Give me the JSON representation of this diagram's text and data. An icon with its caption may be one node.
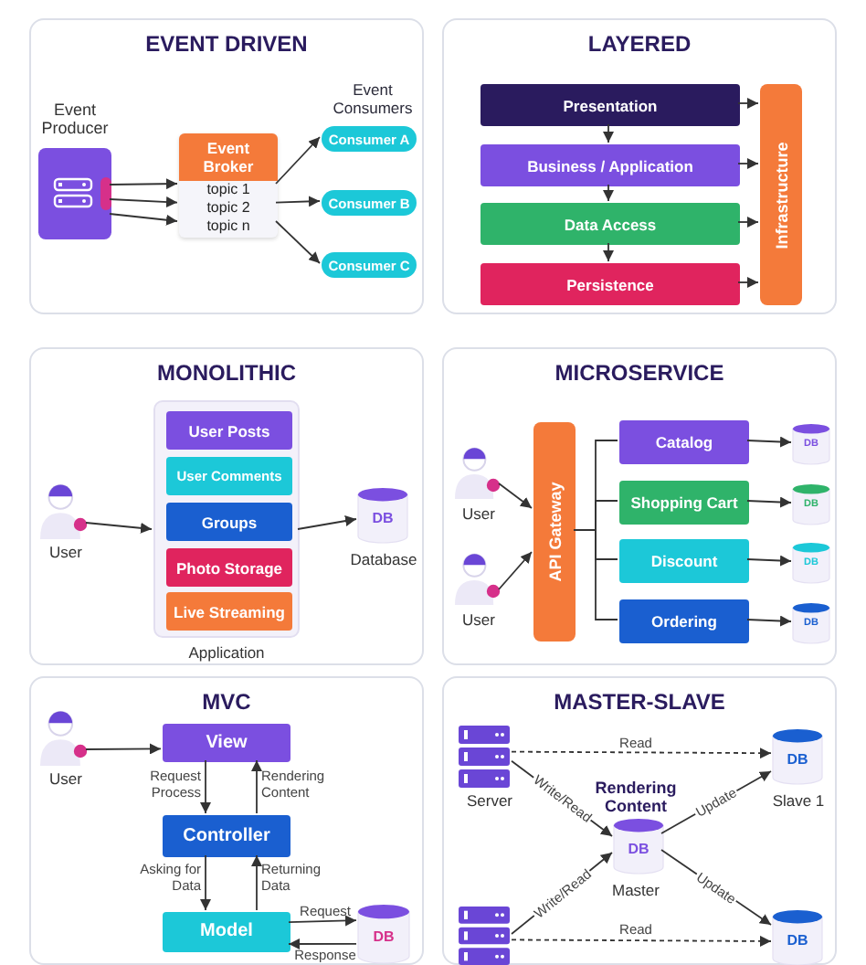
{
  "diagram": {
    "nodes": [
      {
        "text": [
          "EVENT DRIVEN"
        ]
      },
      {
        "text": [
          "Event Producer"
        ],
        "in": 0
      },
      {
        "text": [
          "Event Broker",
          "topic 1",
          "topic 2",
          "topic n"
        ],
        "in": 0
      },
      {
        "text": [
          "Consumer A"
        ],
        "in": 0
      },
      {
        "text": [
          "Consumer B"
        ],
        "in": 0
      },
      {
        "text": [
          "Consumer C"
        ],
        "in": 0
      },
      {
        "text": [
          "LAYERED"
        ]
      },
      {
        "text": [
          "Presentation"
        ],
        "in": 6
      },
      {
        "text": [
          "Business / Application"
        ],
        "in": 6
      },
      {
        "text": [
          "Data Access"
        ],
        "in": 6
      },
      {
        "text": [
          "Persistence"
        ],
        "in": 6
      },
      {
        "text": [
          "Infrastructure"
        ],
        "in": 6
      },
      {
        "text": [
          "MONOLITHIC"
        ]
      },
      {
        "text": [
          "User"
        ],
        "in": 12
      },
      {
        "text": [
          "Application"
        ],
        "in": 12
      },
      {
        "text": [
          "User Posts"
        ],
        "in": 14
      },
      {
        "text": [
          "User Comments"
        ],
        "in": 14
      },
      {
        "text": [
          "Groups"
        ],
        "in": 14
      },
      {
        "text": [
          "Photo Storage"
        ],
        "in": 14
      },
      {
        "text": [
          "Live Streaming"
        ],
        "in": 14
      },
      {
        "text": [
          "DB"
        ],
        "beside": [
          "Database"
        ],
        "in": 12
      },
      {
        "text": [
          "MICROSERVICE"
        ]
      },
      {
        "text": [
          "User"
        ],
        "in": 21
      },
      {
        "text": [
          "User"
        ],
        "in": 21
      },
      {
        "text": [
          "API Gateway"
        ],
        "in": 21
      },
      {
        "text": [
          "Catalog"
        ],
        "in": 21
      },
      {
        "text": [
          "Shopping Cart"
        ],
        "in": 21
      },
      {
        "text": [
          "Discount"
        ],
        "in": 21
      },
      {
        "text": [
          "Ordering"
        ],
        "in": 21
      },
      {
        "text": [
          "DB"
        ],
        "in": 21
      },
      {
        "text": [
          "DB"
        ],
        "in": 21
      },
      {
        "text": [
          "DB"
        ],
        "in": 21
      },
      {
        "text": [
          "DB"
        ],
        "in": 21
      },
      {
        "text": [
          "MVC"
        ]
      },
      {
        "text": [
          "User"
        ],
        "in": 33
      },
      {
        "text": [
          "View"
        ],
        "in": 33
      },
      {
        "text": [
          "Controller"
        ],
        "in": 33
      },
      {
        "text": [
          "Model"
        ],
        "in": 33
      },
      {
        "text": [
          "DB"
        ],
        "in": 33
      },
      {
        "text": [
          "MASTER-SLAVE"
        ]
      },
      {
        "text": [
          "Server"
        ],
        "in": 39
      },
      {
        "text": [],
        "shape": "server",
        "in": 39
      },
      {
        "text": [
          "DB"
        ],
        "beside": [
          "Rendering Content",
          "Master"
        ],
        "in": 39
      },
      {
        "text": [
          "DB"
        ],
        "beside": [
          "Slave 1"
        ],
        "in": 39
      },
      {
        "text": [
          "DB"
        ],
        "in": 39
      }
    ],
    "edges": [
      {
        "from": 1,
        "to": 2,
        "arrow": "to"
      },
      {
        "from": 1,
        "to": 2,
        "arrow": "to"
      },
      {
        "from": 1,
        "to": 2,
        "arrow": "to"
      },
      {
        "from": 2,
        "to": 3,
        "arrow": "to"
      },
      {
        "from": 2,
        "to": 4,
        "arrow": "to"
      },
      {
        "from": 2,
        "to": 5,
        "arrow": "to"
      },
      {
        "from": 7,
        "to": 8,
        "arrow": "to"
      },
      {
        "from": 8,
        "to": 9,
        "arrow": "to"
      },
      {
        "from": 9,
        "to": 10,
        "arrow": "to"
      },
      {
        "from": 7,
        "to": 11,
        "arrow": "to"
      },
      {
        "from": 8,
        "to": 11,
        "arrow": "to"
      },
      {
        "from": 9,
        "to": 11,
        "arrow": "to"
      },
      {
        "from": 10,
        "to": 11,
        "arrow": "to"
      },
      {
        "from": 13,
        "to": 14,
        "arrow": "to"
      },
      {
        "from": 14,
        "to": 20,
        "arrow": "to"
      },
      {
        "from": 22,
        "to": 24,
        "arrow": "to"
      },
      {
        "from": 23,
        "to": 24,
        "arrow": "to"
      },
      {
        "from": 24,
        "to": 25,
        "arrow": "none"
      },
      {
        "from": 24,
        "to": 26,
        "arrow": "none"
      },
      {
        "from": 24,
        "to": 27,
        "arrow": "none"
      },
      {
        "from": 24,
        "to": 28,
        "arrow": "none"
      },
      {
        "from": 25,
        "to": 29,
        "arrow": "to"
      },
      {
        "from": 26,
        "to": 30,
        "arrow": "to"
      },
      {
        "from": 27,
        "to": 31,
        "arrow": "to"
      },
      {
        "from": 28,
        "to": 32,
        "arrow": "to"
      },
      {
        "from": 34,
        "to": 35,
        "arrow": "to"
      },
      {
        "from": 35,
        "to": 36,
        "arrow": "to",
        "label": "Request Process"
      },
      {
        "from": 36,
        "to": 35,
        "arrow": "to",
        "label": "Rendering Content"
      },
      {
        "from": 36,
        "to": 37,
        "arrow": "to",
        "label": "Asking for Data"
      },
      {
        "from": 37,
        "to": 36,
        "arrow": "to",
        "label": "Returning Data"
      },
      {
        "from": 37,
        "to": 38,
        "arrow": "to",
        "label": "Request"
      },
      {
        "from": 38,
        "to": 37,
        "arrow": "to",
        "label": "Response"
      },
      {
        "from": 40,
        "to": 43,
        "arrow": "to",
        "label": "Read",
        "style": "dashed"
      },
      {
        "from": 40,
        "to": 42,
        "arrow": "to",
        "label": "Write/Read"
      },
      {
        "from": 41,
        "to": 42,
        "arrow": "to",
        "label": "Write/Read"
      },
      {
        "from": 41,
        "to": 44,
        "arrow": "to",
        "label": "Read",
        "style": "dashed"
      },
      {
        "from": 42,
        "to": 43,
        "arrow": "to",
        "label": "Update"
      },
      {
        "from": 42,
        "to": 44,
        "arrow": "to",
        "label": "Update"
      }
    ],
    "labels": [
      "Event Consumers"
    ]
  }
}
